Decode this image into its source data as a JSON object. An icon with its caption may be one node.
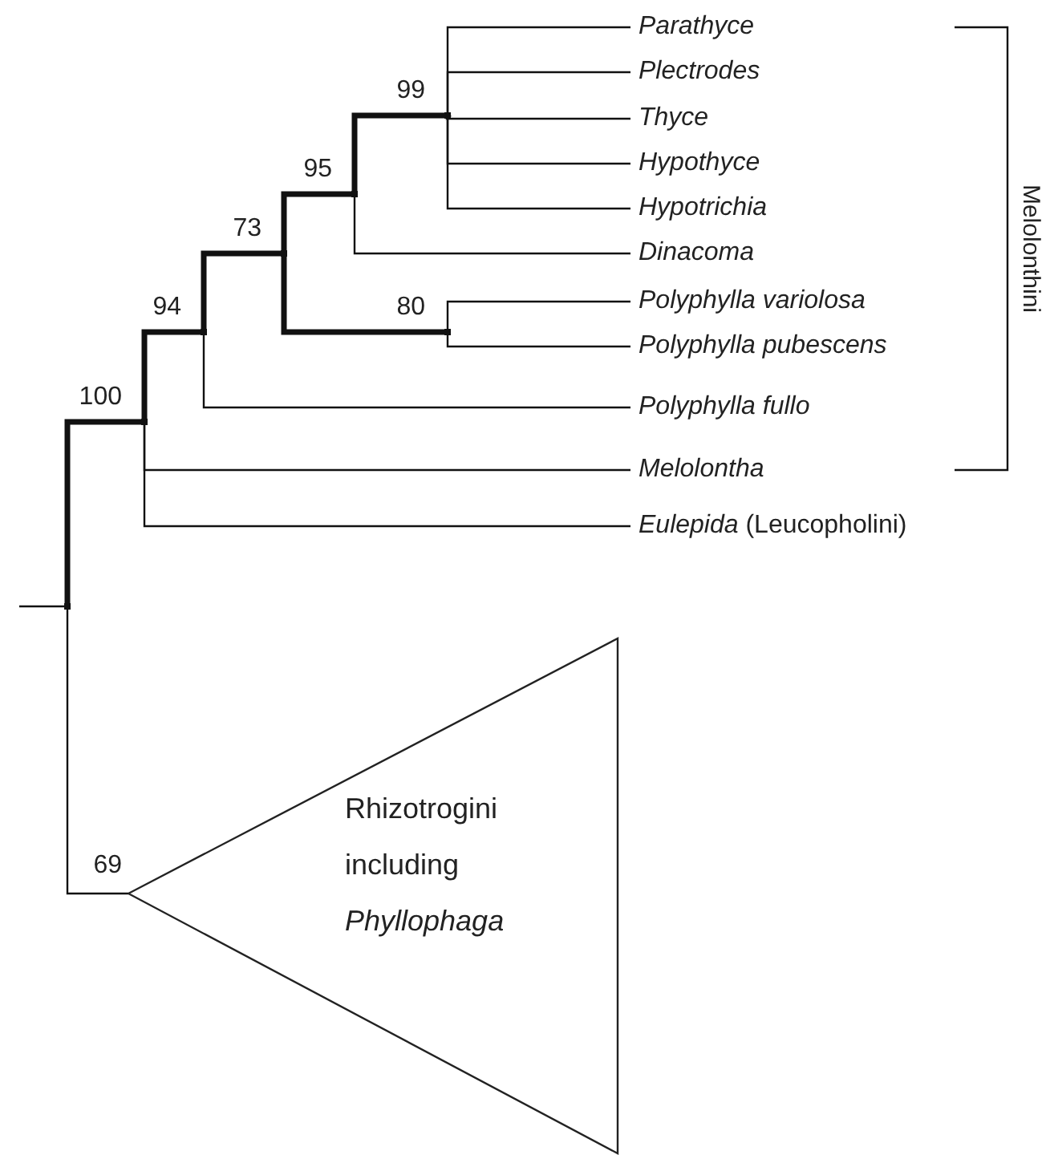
{
  "diagram": {
    "nodes": [
      {
        "text": [
          "Parathyce"
        ]
      },
      {
        "text": [
          "Plectrodes"
        ]
      },
      {
        "text": [
          "Thyce"
        ]
      },
      {
        "text": [
          "Hypothyce"
        ]
      },
      {
        "text": [
          "Hypotrichia"
        ]
      },
      {
        "text": [
          "Dinacoma"
        ]
      },
      {
        "text": [
          "Polyphylla variolosa"
        ]
      },
      {
        "text": [
          "Polyphylla pubescens"
        ]
      },
      {
        "text": [
          "Polyphylla fullo"
        ]
      },
      {
        "text": [
          "Melolontha"
        ]
      },
      {
        "text": [
          "*Eulepida* (Leucopholini)"
        ]
      },
      {
        "text": [
          "Rhizotrogini including *Phyllophaga*"
        ],
        "beside": [
          "69"
        ]
      },
      {
        "text": [],
        "shape": "point"
      },
      {
        "text": [],
        "shape": "point",
        "beside": [
          "100"
        ]
      },
      {
        "text": [],
        "shape": "point",
        "beside": [
          "94"
        ]
      },
      {
        "text": [],
        "shape": "point",
        "beside": [
          "73"
        ]
      },
      {
        "text": [],
        "shape": "point",
        "beside": [
          "95"
        ]
      },
      {
        "text": [],
        "shape": "point",
        "beside": [
          "99"
        ]
      },
      {
        "text": [],
        "shape": "point",
        "beside": [
          "80"
        ]
      }
    ],
    "edges": [
      {
        "from": null,
        "to": 12,
        "arrow": "none"
      },
      {
        "from": 12,
        "to": 13,
        "arrow": "none",
        "style": "thick"
      },
      {
        "from": 12,
        "to": 11,
        "arrow": "none"
      },
      {
        "from": 13,
        "to": 14,
        "arrow": "none",
        "style": "thick"
      },
      {
        "from": 13,
        "to": 9,
        "arrow": "none"
      },
      {
        "from": 13,
        "to": 10,
        "arrow": "none"
      },
      {
        "from": 14,
        "to": 15,
        "arrow": "none",
        "style": "thick"
      },
      {
        "from": 14,
        "to": 8,
        "arrow": "none"
      },
      {
        "from": 15,
        "to": 16,
        "arrow": "none",
        "style": "thick"
      },
      {
        "from": 15,
        "to": 18,
        "arrow": "none",
        "style": "thick"
      },
      {
        "from": 16,
        "to": 17,
        "arrow": "none",
        "style": "thick"
      },
      {
        "from": 16,
        "to": 5,
        "arrow": "none"
      },
      {
        "from": 17,
        "to": 0,
        "arrow": "none"
      },
      {
        "from": 17,
        "to": 1,
        "arrow": "none"
      },
      {
        "from": 17,
        "to": 2,
        "arrow": "none"
      },
      {
        "from": 17,
        "to": 3,
        "arrow": "none"
      },
      {
        "from": 17,
        "to": 4,
        "arrow": "none"
      },
      {
        "from": 18,
        "to": 6,
        "arrow": "none"
      },
      {
        "from": 18,
        "to": 7,
        "arrow": "none"
      }
    ],
    "labels": [
      "Melolonthini"
    ]
  }
}
